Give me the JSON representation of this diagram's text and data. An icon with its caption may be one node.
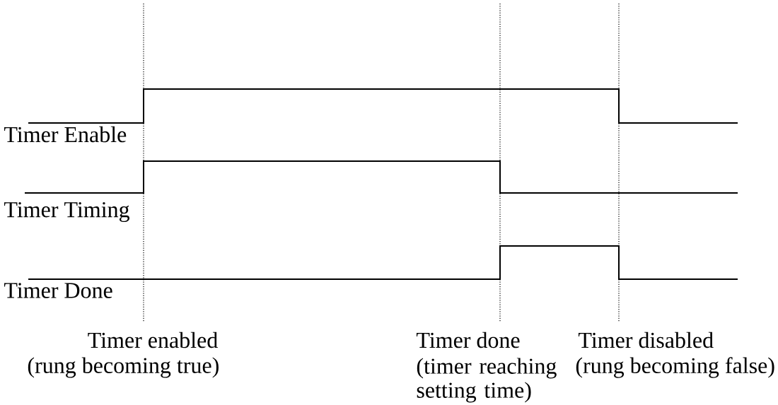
{
  "diagram": {
    "labels": [
      "Timer Enable",
      "Timer Timing",
      "Timer Done",
      "Timer enabled",
      "(rung becoming true)",
      "Timer done",
      "(timer reaching setting time)",
      "Timer disabled",
      "(rung becoming false)"
    ]
  }
}
